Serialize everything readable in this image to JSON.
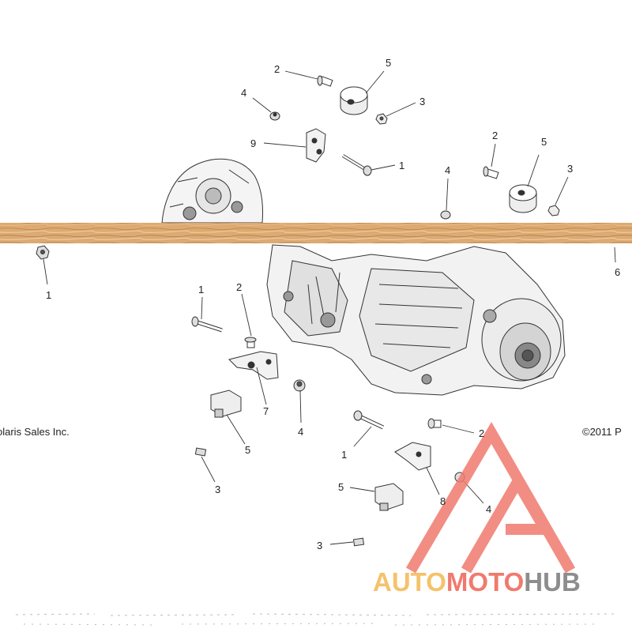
{
  "callouts": [
    {
      "id": "c2a",
      "label": "2"
    },
    {
      "id": "c5a",
      "label": "5"
    },
    {
      "id": "c4a",
      "label": "4"
    },
    {
      "id": "c3a",
      "label": "3"
    },
    {
      "id": "c9",
      "label": "9"
    },
    {
      "id": "c1a",
      "label": "1"
    },
    {
      "id": "c2b",
      "label": "2"
    },
    {
      "id": "c5b",
      "label": "5"
    },
    {
      "id": "c4b",
      "label": "4"
    },
    {
      "id": "c3b",
      "label": "3"
    },
    {
      "id": "c6",
      "label": "6"
    },
    {
      "id": "c1b",
      "label": "1"
    },
    {
      "id": "c1c",
      "label": "1"
    },
    {
      "id": "c2c",
      "label": "2"
    },
    {
      "id": "c7",
      "label": "7"
    },
    {
      "id": "c4c",
      "label": "4"
    },
    {
      "id": "c5c",
      "label": "5"
    },
    {
      "id": "c3c",
      "label": "3"
    },
    {
      "id": "c1d",
      "label": "1"
    },
    {
      "id": "c2d",
      "label": "2"
    },
    {
      "id": "c8",
      "label": "8"
    },
    {
      "id": "c4d",
      "label": "4"
    },
    {
      "id": "c5d",
      "label": "5"
    },
    {
      "id": "c3d",
      "label": "3"
    }
  ],
  "copyright_left": "olaris Sales Inc.",
  "copyright_right": "©2011 P",
  "watermark": {
    "part1": "AUTO",
    "part2": "MOTO",
    "part3": "HUB",
    "colors": {
      "auto": "#f5c26a",
      "moto": "#f07a6e",
      "hub": "#8d8d8d",
      "triangle": "#f07a6e"
    }
  },
  "colors": {
    "wood_band": "#d9a56c",
    "line": "#333333"
  }
}
